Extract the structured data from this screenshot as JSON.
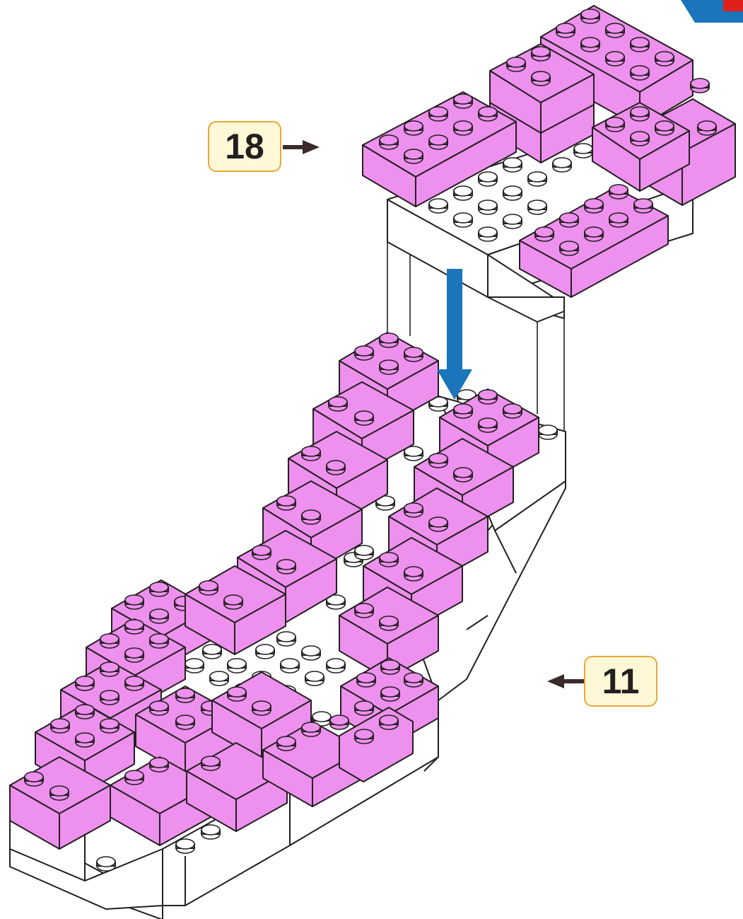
{
  "callouts": {
    "top": {
      "label": "18",
      "pointer": "right-arrow-icon"
    },
    "bottom": {
      "label": "11",
      "pointer": "left-arrow-icon"
    }
  },
  "colors": {
    "brick_pink": "#ee90ee",
    "brick_white": "#ffffff",
    "outline": "#231f20",
    "arrow_blue": "#1a75bb",
    "callout_fill": "#fff8d6",
    "callout_border": "#e8a83a",
    "badge_blue": "#1a75bb",
    "badge_red": "#e0201b"
  },
  "assembly": {
    "direction": "down",
    "arrow_icon": "down-arrow-icon"
  }
}
